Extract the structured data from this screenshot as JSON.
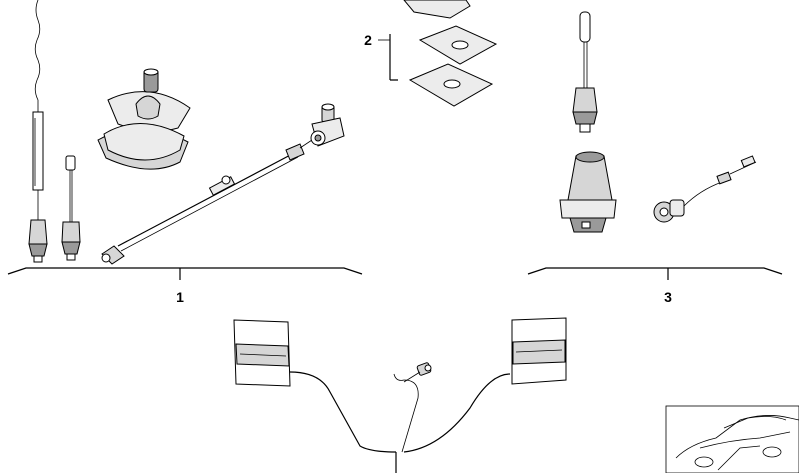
{
  "callouts": {
    "group1": "1",
    "group2": "2",
    "group3": "3"
  }
}
